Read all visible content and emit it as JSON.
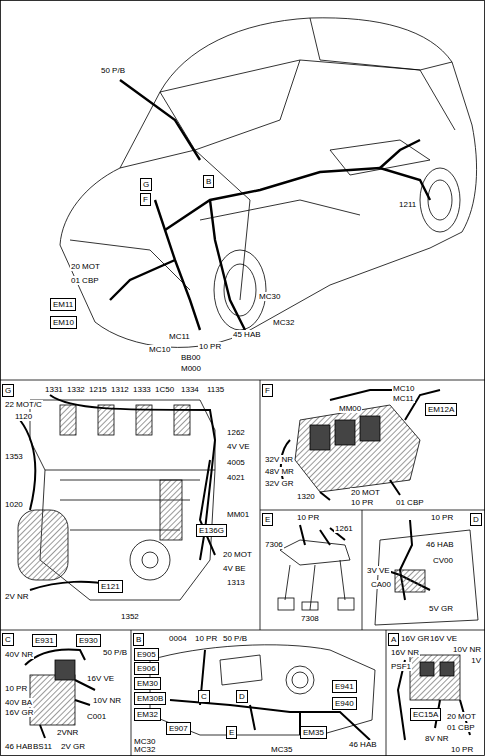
{
  "diagram": {
    "nodes": [
      {
        "text": [
          "G"
        ]
      },
      {
        "text": [
          "F"
        ]
      },
      {
        "text": [
          "B"
        ]
      },
      {
        "text": [
          "EM11"
        ]
      },
      {
        "text": [
          "EM10"
        ]
      },
      {
        "text": [
          "G"
        ]
      },
      {
        "text": [
          "E136G"
        ]
      },
      {
        "text": [
          "E121"
        ]
      },
      {
        "text": [
          "F"
        ]
      },
      {
        "text": [
          "EM12A"
        ]
      },
      {
        "text": [
          "E"
        ]
      },
      {
        "text": [
          "D"
        ]
      },
      {
        "text": [
          "C"
        ]
      },
      {
        "text": [
          "E931"
        ]
      },
      {
        "text": [
          "E930"
        ]
      },
      {
        "text": [
          "B"
        ]
      },
      {
        "text": [
          "E905"
        ]
      },
      {
        "text": [
          "E906"
        ]
      },
      {
        "text": [
          "EM30"
        ]
      },
      {
        "text": [
          "EM30B"
        ]
      },
      {
        "text": [
          "EM32"
        ]
      },
      {
        "text": [
          "C"
        ]
      },
      {
        "text": [
          "D"
        ]
      },
      {
        "text": [
          "E941"
        ]
      },
      {
        "text": [
          "E940"
        ]
      },
      {
        "text": [
          "E907"
        ]
      },
      {
        "text": [
          "E"
        ]
      },
      {
        "text": [
          "EM35"
        ]
      },
      {
        "text": [
          "A"
        ]
      },
      {
        "text": [
          "EC15A"
        ]
      }
    ],
    "labels": [
      "50 P/B",
      "1211",
      "20 MOT",
      "01 CBP",
      "MC32",
      "MC30",
      "45 HAB",
      "10 PR",
      "BB00",
      "M000",
      "MC11",
      "MC10",
      "1331",
      "1332",
      "1215",
      "1312",
      "1333",
      "1C50",
      "1334",
      "1135",
      "22 MOT/C",
      "1120",
      "1262",
      "4V VE",
      "1353",
      "4005",
      "4021",
      "1020",
      "MM01",
      "20 MOT",
      "4V BE",
      "1313",
      "2V NR",
      "1352",
      "MC10",
      "MC11",
      "MM00",
      "32V NR",
      "48V MR",
      "32V GR",
      "1320",
      "20 MOT",
      "10 PR",
      "01 CBP",
      "10 PR",
      "1261",
      "7306",
      "7308",
      "10 PR",
      "46 HAB",
      "3V VE",
      "CV00",
      "CA00",
      "5V GR",
      "40V NR",
      "50 P/B",
      "10 PR",
      "16V VE",
      "40V BA",
      "16V GR",
      "10V NR",
      "C001",
      "2VNR",
      "46 HAB",
      "BS11",
      "2V GR",
      "0004",
      "10 PR",
      "50 P/B",
      "MC30",
      "MC32",
      "MC35",
      "46 HAB",
      "16V GR",
      "16V VE",
      "10V NR",
      "16V NR",
      "1V",
      "PSF1",
      "20 MOT",
      "01 CBP",
      "8V NR",
      "10 PR"
    ]
  }
}
